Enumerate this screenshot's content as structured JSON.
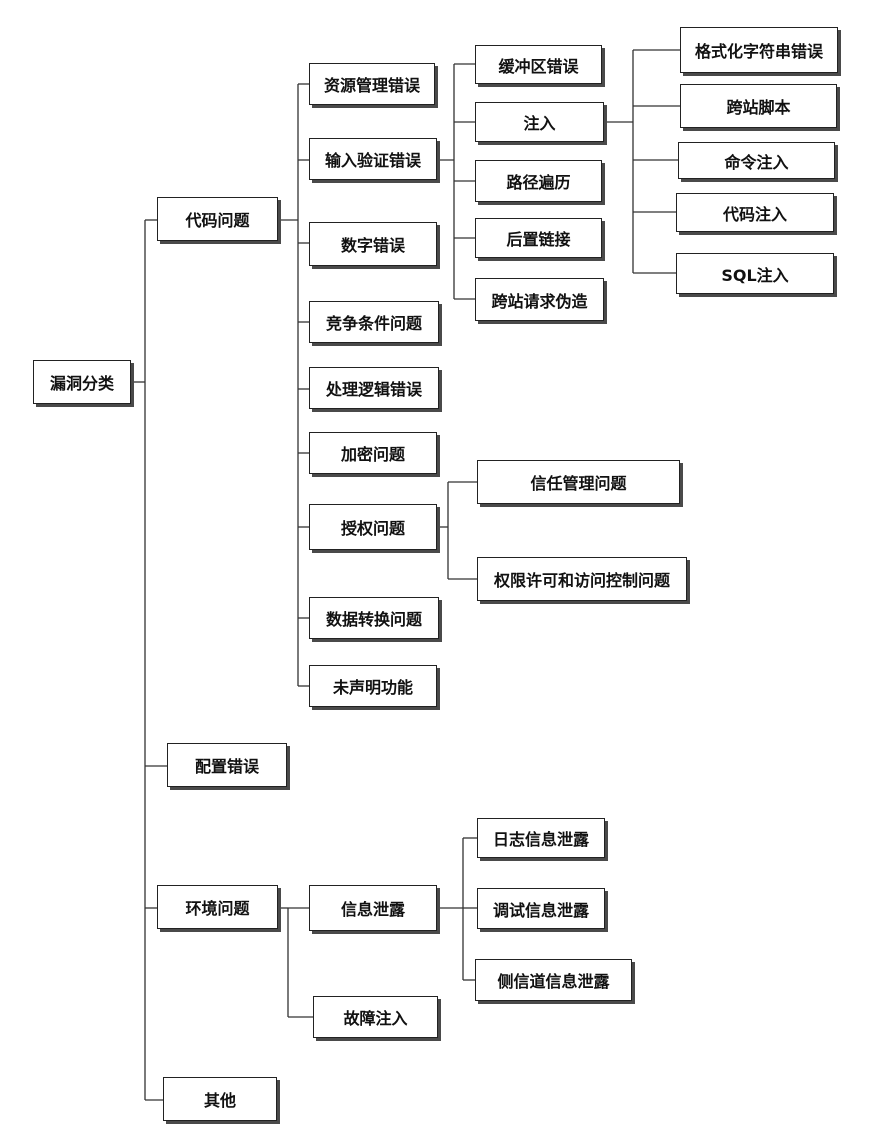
{
  "tree": {
    "root": "漏洞分类",
    "code_issues": {
      "label": "代码问题",
      "resource_mgmt": "资源管理错误",
      "input_validation": {
        "label": "输入验证错误",
        "buffer_error": "缓冲区错误",
        "injection": {
          "label": "注入",
          "format_string": "格式化字符串错误",
          "xss": "跨站脚本",
          "command_injection": "命令注入",
          "code_injection": "代码注入",
          "sql_injection": "SQL注入"
        },
        "path_traversal": "路径遍历",
        "link_following": "后置链接",
        "csrf": "跨站请求伪造"
      },
      "numeric_error": "数字错误",
      "race_condition": "竞争条件问题",
      "logic_error": "处理逻辑错误",
      "crypto_issue": "加密问题",
      "authorization": {
        "label": "授权问题",
        "trust_mgmt": "信任管理问题",
        "permission_access": "权限许可和访问控制问题"
      },
      "data_conversion": "数据转换问题",
      "undeclared_function": "未声明功能"
    },
    "config_error": "配置错误",
    "env_issues": {
      "label": "环境问题",
      "info_leak": {
        "label": "信息泄露",
        "log_leak": "日志信息泄露",
        "debug_leak": "调试信息泄露",
        "side_channel_leak": "侧信道信息泄露"
      },
      "fault_injection": "故障注入"
    },
    "other": "其他"
  },
  "colors": {
    "border": "#222222",
    "shadow": "#4a4a4a",
    "line": "#333333",
    "text": "#111111"
  }
}
